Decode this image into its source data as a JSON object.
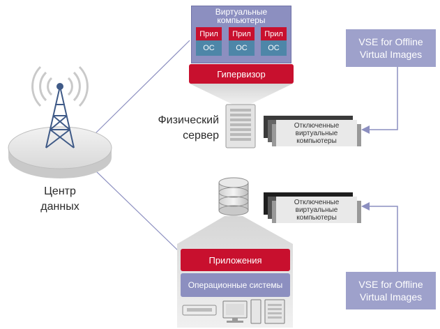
{
  "virtual_computers": {
    "title": "Виртуальные компьютеры",
    "vms": [
      {
        "app": "Прил",
        "os": "ОС"
      },
      {
        "app": "Прил",
        "os": "ОС"
      },
      {
        "app": "Прил",
        "os": "ОС"
      }
    ]
  },
  "hypervisor": "Гипервизор",
  "physical_server_label": "Физический сервер",
  "offline_stack_top": "Отключенные виртуальные компьютеры",
  "offline_stack_bottom": "Отключенные виртуальные компьютеры",
  "vse_top": "VSE for Offline Virtual Images",
  "vse_bottom": "VSE for Offline Virtual Images",
  "data_center_label": "Центр данных",
  "applications": "Приложения",
  "operating_systems": "Операционные системы",
  "colors": {
    "red": "#c8102e",
    "lavender": "#8c8fc0",
    "vse": "#9ea1cb",
    "os_blue": "#4e86a8"
  }
}
